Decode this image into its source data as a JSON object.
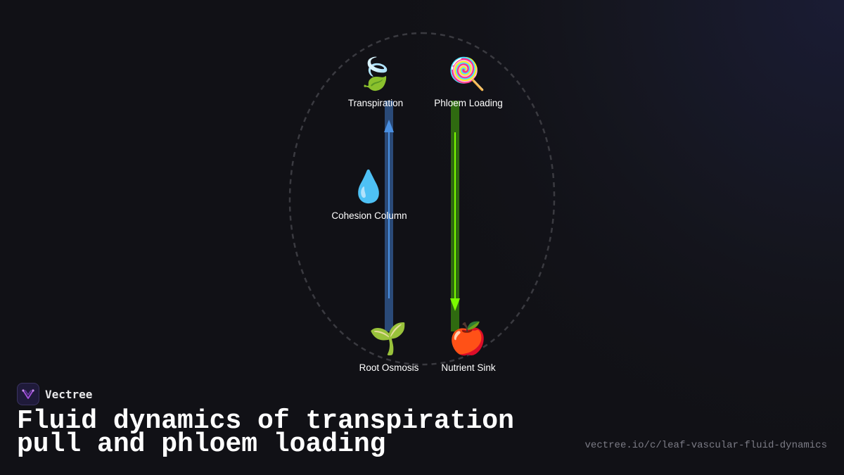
{
  "diagram": {
    "nodes": {
      "transpiration": {
        "label": "Transpiration",
        "icon": "leaf-icon",
        "glyph": "🍃"
      },
      "phloem_loading": {
        "label": "Phloem Loading",
        "icon": "lollipop-icon",
        "glyph": "🍭"
      },
      "cohesion_column": {
        "label": "Cohesion Column",
        "icon": "water-drop-icon",
        "glyph": "💧"
      },
      "root_osmosis": {
        "label": "Root Osmosis",
        "icon": "seedling-icon",
        "glyph": "🌱"
      },
      "nutrient_sink": {
        "label": "Nutrient Sink",
        "icon": "apple-icon",
        "glyph": "🍎"
      }
    },
    "flows": {
      "xylem": {
        "direction": "up",
        "color": "#4a90e2",
        "track_color": "#2a4a78"
      },
      "phloem": {
        "direction": "down",
        "color": "#7cfc00",
        "track_color": "#2f6a10"
      }
    },
    "boundary_color": "#3a3a40"
  },
  "footer": {
    "brand_name": "Vectree",
    "title": "Fluid dynamics of transpiration pull and phloem loading",
    "url": "vectree.io/c/leaf-vascular-fluid-dynamics"
  }
}
